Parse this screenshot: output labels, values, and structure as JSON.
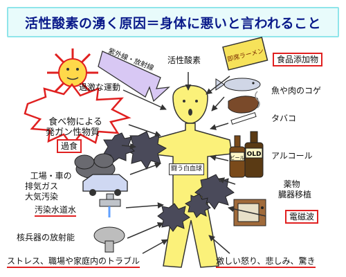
{
  "title": "活性酸素の湧く原因＝身体に悪いと言われること",
  "center": {
    "label": "活性酸素",
    "white_cell_label": "闘う白血球"
  },
  "sources": {
    "uv": "紫外線・放射線",
    "exercise": "過激な運動",
    "carcinogen": "食べ物による\n発ガン性物質",
    "overeating": "過食",
    "pollution": "工場・車の\n排気ガス\n大気汚染",
    "water": "汚染水道水",
    "nuclear": "核兵器の放射能",
    "stress": "ストレス、職場や家庭内のトラブル",
    "additives": "食品添加物",
    "burnt": "魚や肉のコゲ",
    "tobacco": "タバコ",
    "alcohol": "アルコール",
    "drugs": "薬物\n臓器移植",
    "em": "電磁波",
    "emotion": "激しい怒り、悲しみ、驚き"
  },
  "item_text": {
    "noodle_box": "即席ラーメン",
    "bottle_label": "OLD",
    "beer_label": "ビール"
  },
  "colors": {
    "title_text": "#0a1a8a",
    "banner_bg": "#e8fbfb",
    "banner_border": "#8fe5ea",
    "highlight_red": "#e02020",
    "body_yellow": "#fbf17a",
    "radical_gray": "#4a4a5a"
  }
}
